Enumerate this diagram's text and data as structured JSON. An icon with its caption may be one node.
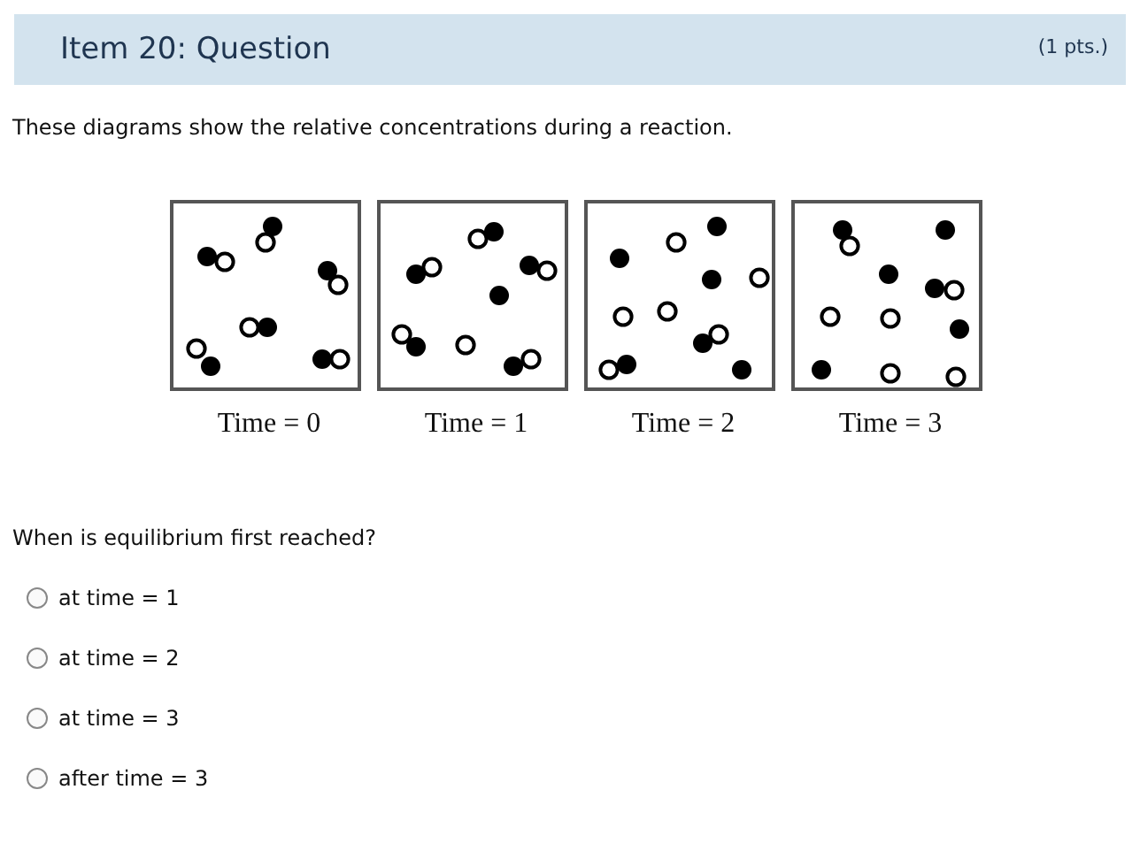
{
  "diagram": {
    "title": "Item 20: Question",
    "nodes": [
      {
        "text": [
          "Time = 0"
        ]
      },
      {
        "text": [
          "Time = 1"
        ]
      },
      {
        "text": [
          "Time = 2"
        ]
      },
      {
        "text": [
          "Time = 3"
        ]
      }
    ],
    "labels": [
      "(1 pts.)",
      "These diagrams show the relative concentrations during a reaction.",
      "When is equilibrium first reached?",
      "at time = 1",
      "at time = 2",
      "at time = 3",
      "after time = 3"
    ]
  }
}
